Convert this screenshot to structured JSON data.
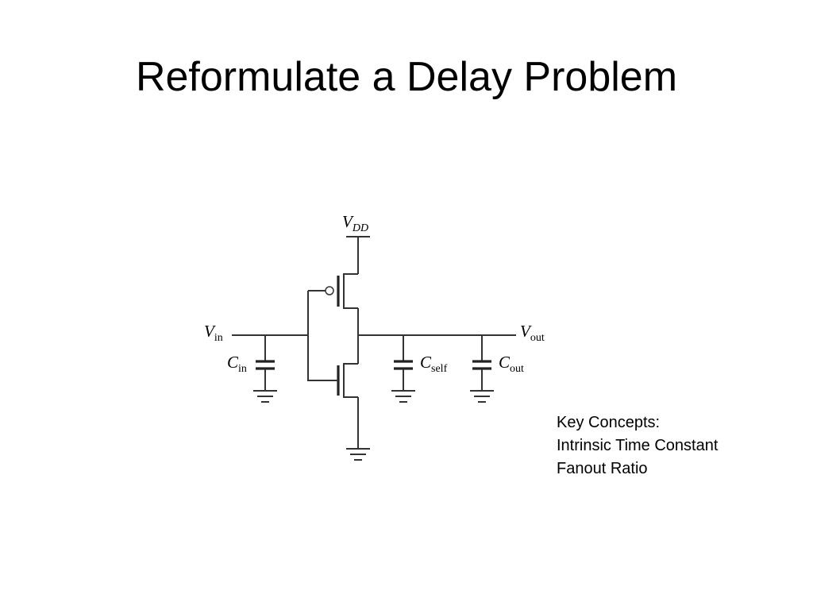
{
  "slide": {
    "title": "Reformulate a Delay Problem"
  },
  "circuit": {
    "vdd_label": {
      "main": "V",
      "sub": "DD"
    },
    "vin_label": {
      "main": "V",
      "sub": "in"
    },
    "vout_label": {
      "main": "V",
      "sub": "out"
    },
    "cin_label": {
      "main": "C",
      "sub": "in"
    },
    "cself_label": {
      "main": "C",
      "sub": "self"
    },
    "cout_label": {
      "main": "C",
      "sub": "out"
    }
  },
  "key_concepts": {
    "heading": "Key Concepts:",
    "items": [
      "Intrinsic Time Constant",
      "Fanout Ratio"
    ]
  }
}
